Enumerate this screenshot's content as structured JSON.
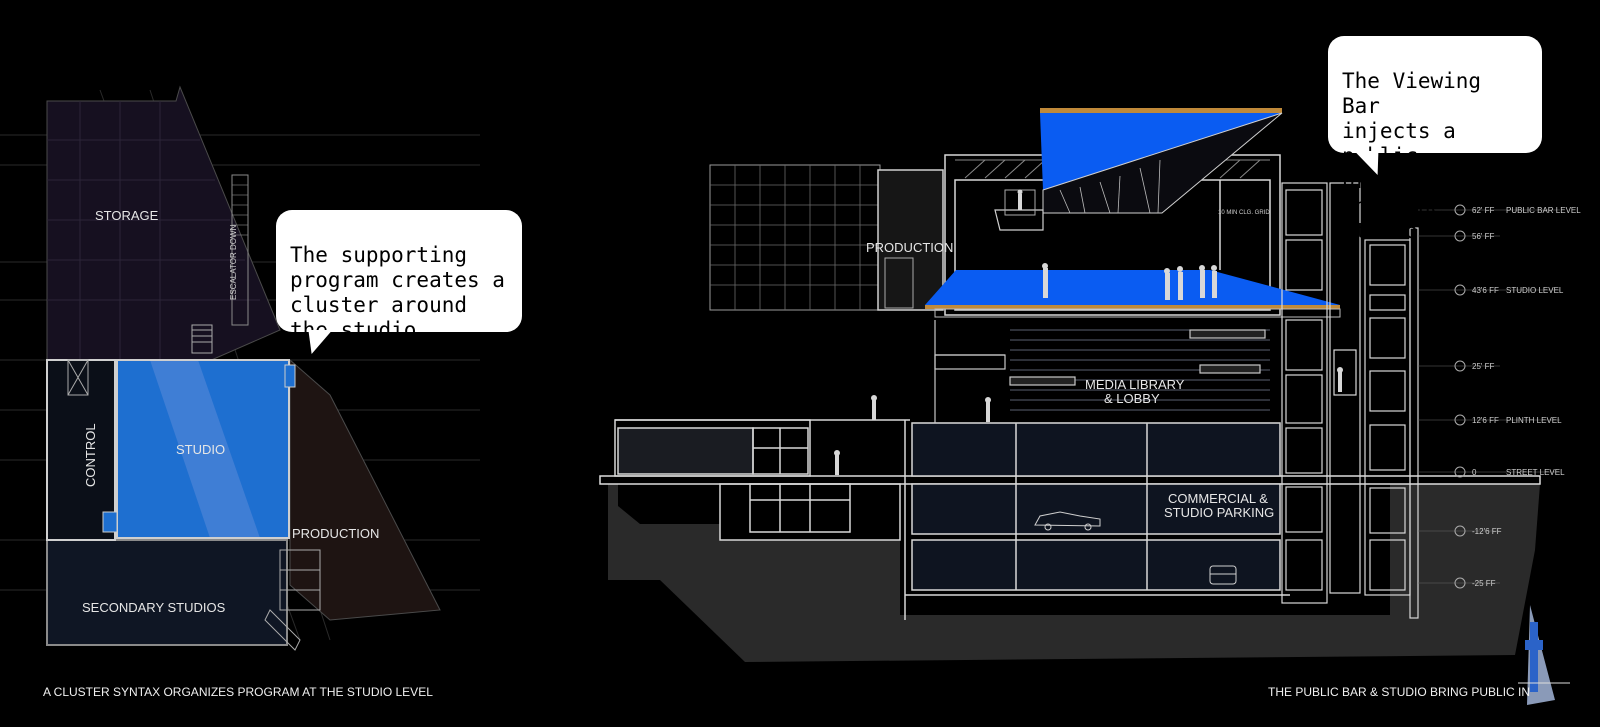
{
  "plan": {
    "rooms": {
      "storage": "STORAGE",
      "control": "CONTROL",
      "studio": "STUDIO",
      "production": "PRODUCTION",
      "secondary": "SECONDARY STUDIOS",
      "escalator": "ESCALATOR DOWN"
    },
    "caption": "A CLUSTER SYNTAX ORGANIZES PROGRAM AT THE STUDIO LEVEL",
    "bubble": "The supporting\nprogram creates a\ncluster around\nthe studio"
  },
  "section": {
    "rooms": {
      "production": "PRODUCTION",
      "media_line1": "MEDIA LIBRARY",
      "media_line2": "& LOBBY",
      "parking_line1": "COMMERCIAL &",
      "parking_line2": "STUDIO PARKING",
      "grid_note": "10 MIN CLG. GRID"
    },
    "levels": [
      {
        "elev": "62' FF",
        "name": "PUBLIC BAR LEVEL"
      },
      {
        "elev": "56' FF",
        "name": ""
      },
      {
        "elev": "43'6 FF",
        "name": "STUDIO LEVEL"
      },
      {
        "elev": "25' FF",
        "name": ""
      },
      {
        "elev": "12'6 FF",
        "name": "PLINTH LEVEL"
      },
      {
        "elev": "0",
        "name": "STREET LEVEL"
      },
      {
        "elev": "-12'6 FF",
        "name": ""
      },
      {
        "elev": "-25 FF",
        "name": ""
      }
    ],
    "caption": "THE PUBLIC BAR & STUDIO BRING PUBLIC IN",
    "bubble": "The Viewing Bar\ninjects a\npublic presence\ninto the studio"
  },
  "colors": {
    "studio_blue": "#1e6fd0",
    "bar_blue": "#0a5cf2",
    "plinth": "#2a2a2a",
    "bubble_bg": "#ffffff"
  }
}
